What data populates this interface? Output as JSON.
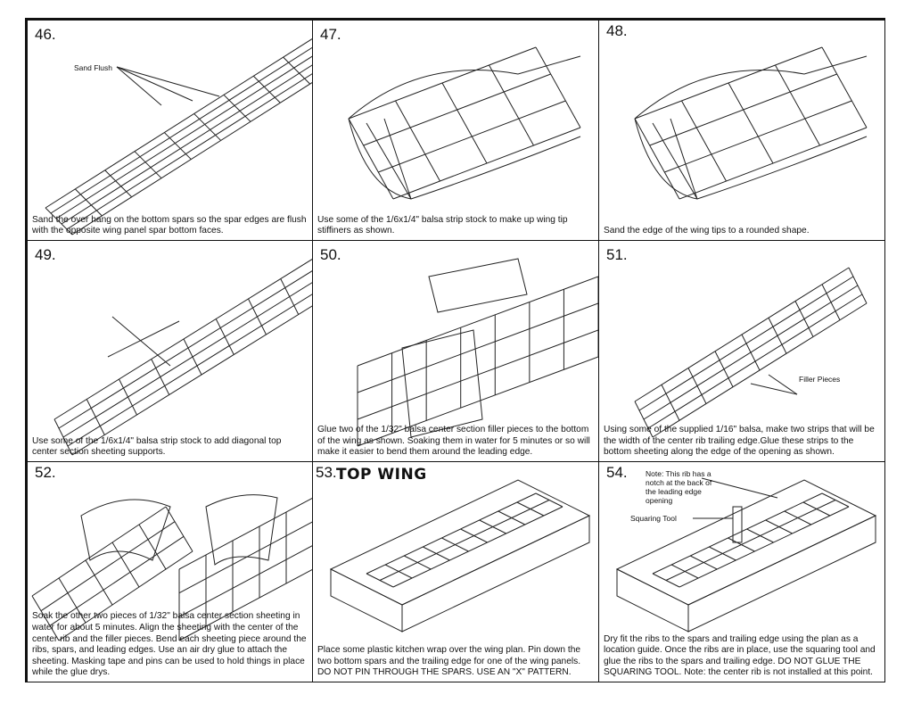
{
  "steps": [
    {
      "number": "46.",
      "caption": "Sand the over hang on the bottom spars so the spar edges are flush with the opposite wing panel spar bottom faces.",
      "callouts": [
        "Sand Flush"
      ]
    },
    {
      "number": "47.",
      "caption": "Use some of the 1/6x1/4\" balsa strip stock to make up wing tip stiffiners as shown."
    },
    {
      "number": "48.",
      "caption": "Sand the edge of the wing tips to a rounded shape."
    },
    {
      "number": "49.",
      "caption": "Use some of the 1/6x1/4\" balsa strip stock to add diagonal top center section sheeting supports."
    },
    {
      "number": "50.",
      "caption": "Glue two of the 1/32\" balsa center section filler pieces to the bottom of the wing as shown. Soaking them in water for 5 minutes or so will make it easier to bend them around the leading edge."
    },
    {
      "number": "51.",
      "caption": "Using some of the supplied 1/16\" balsa, make two strips that will be the width of the center rib trailing edge.Glue these strips to the bottom sheeting along the edge of the opening as shown.",
      "callouts": [
        "Filler Pieces"
      ]
    },
    {
      "number": "52.",
      "caption": "Soak the other two pieces of 1/32\" balsa center section sheeting in water for about 5 minutes. Align the sheeting with the center of the center rib and the filler pieces. Bend each sheeting piece around the ribs, spars, and leading edges. Use an air dry glue to attach the sheeting. Masking tape and pins can be used to hold things in place while the glue drys."
    },
    {
      "number": "53.",
      "title": "TOP WING",
      "caption": "Place some plastic kitchen wrap over the wing plan. Pin down the two bottom spars and the trailing edge for one of the wing panels. DO NOT PIN THROUGH THE SPARS. USE AN \"X\" PATTERN."
    },
    {
      "number": "54.",
      "caption": "Dry fit the ribs to the spars and trailing edge using the plan as a location guide. Once the ribs are in place, use the squaring tool and glue the ribs to the spars and trailing edge. DO NOT GLUE THE SQUARING TOOL. Note: the center rib is not installed at this point.",
      "callouts": [
        "Note: This rib has a notch at the back of the leading edge opening",
        "Squaring Tool"
      ]
    }
  ]
}
